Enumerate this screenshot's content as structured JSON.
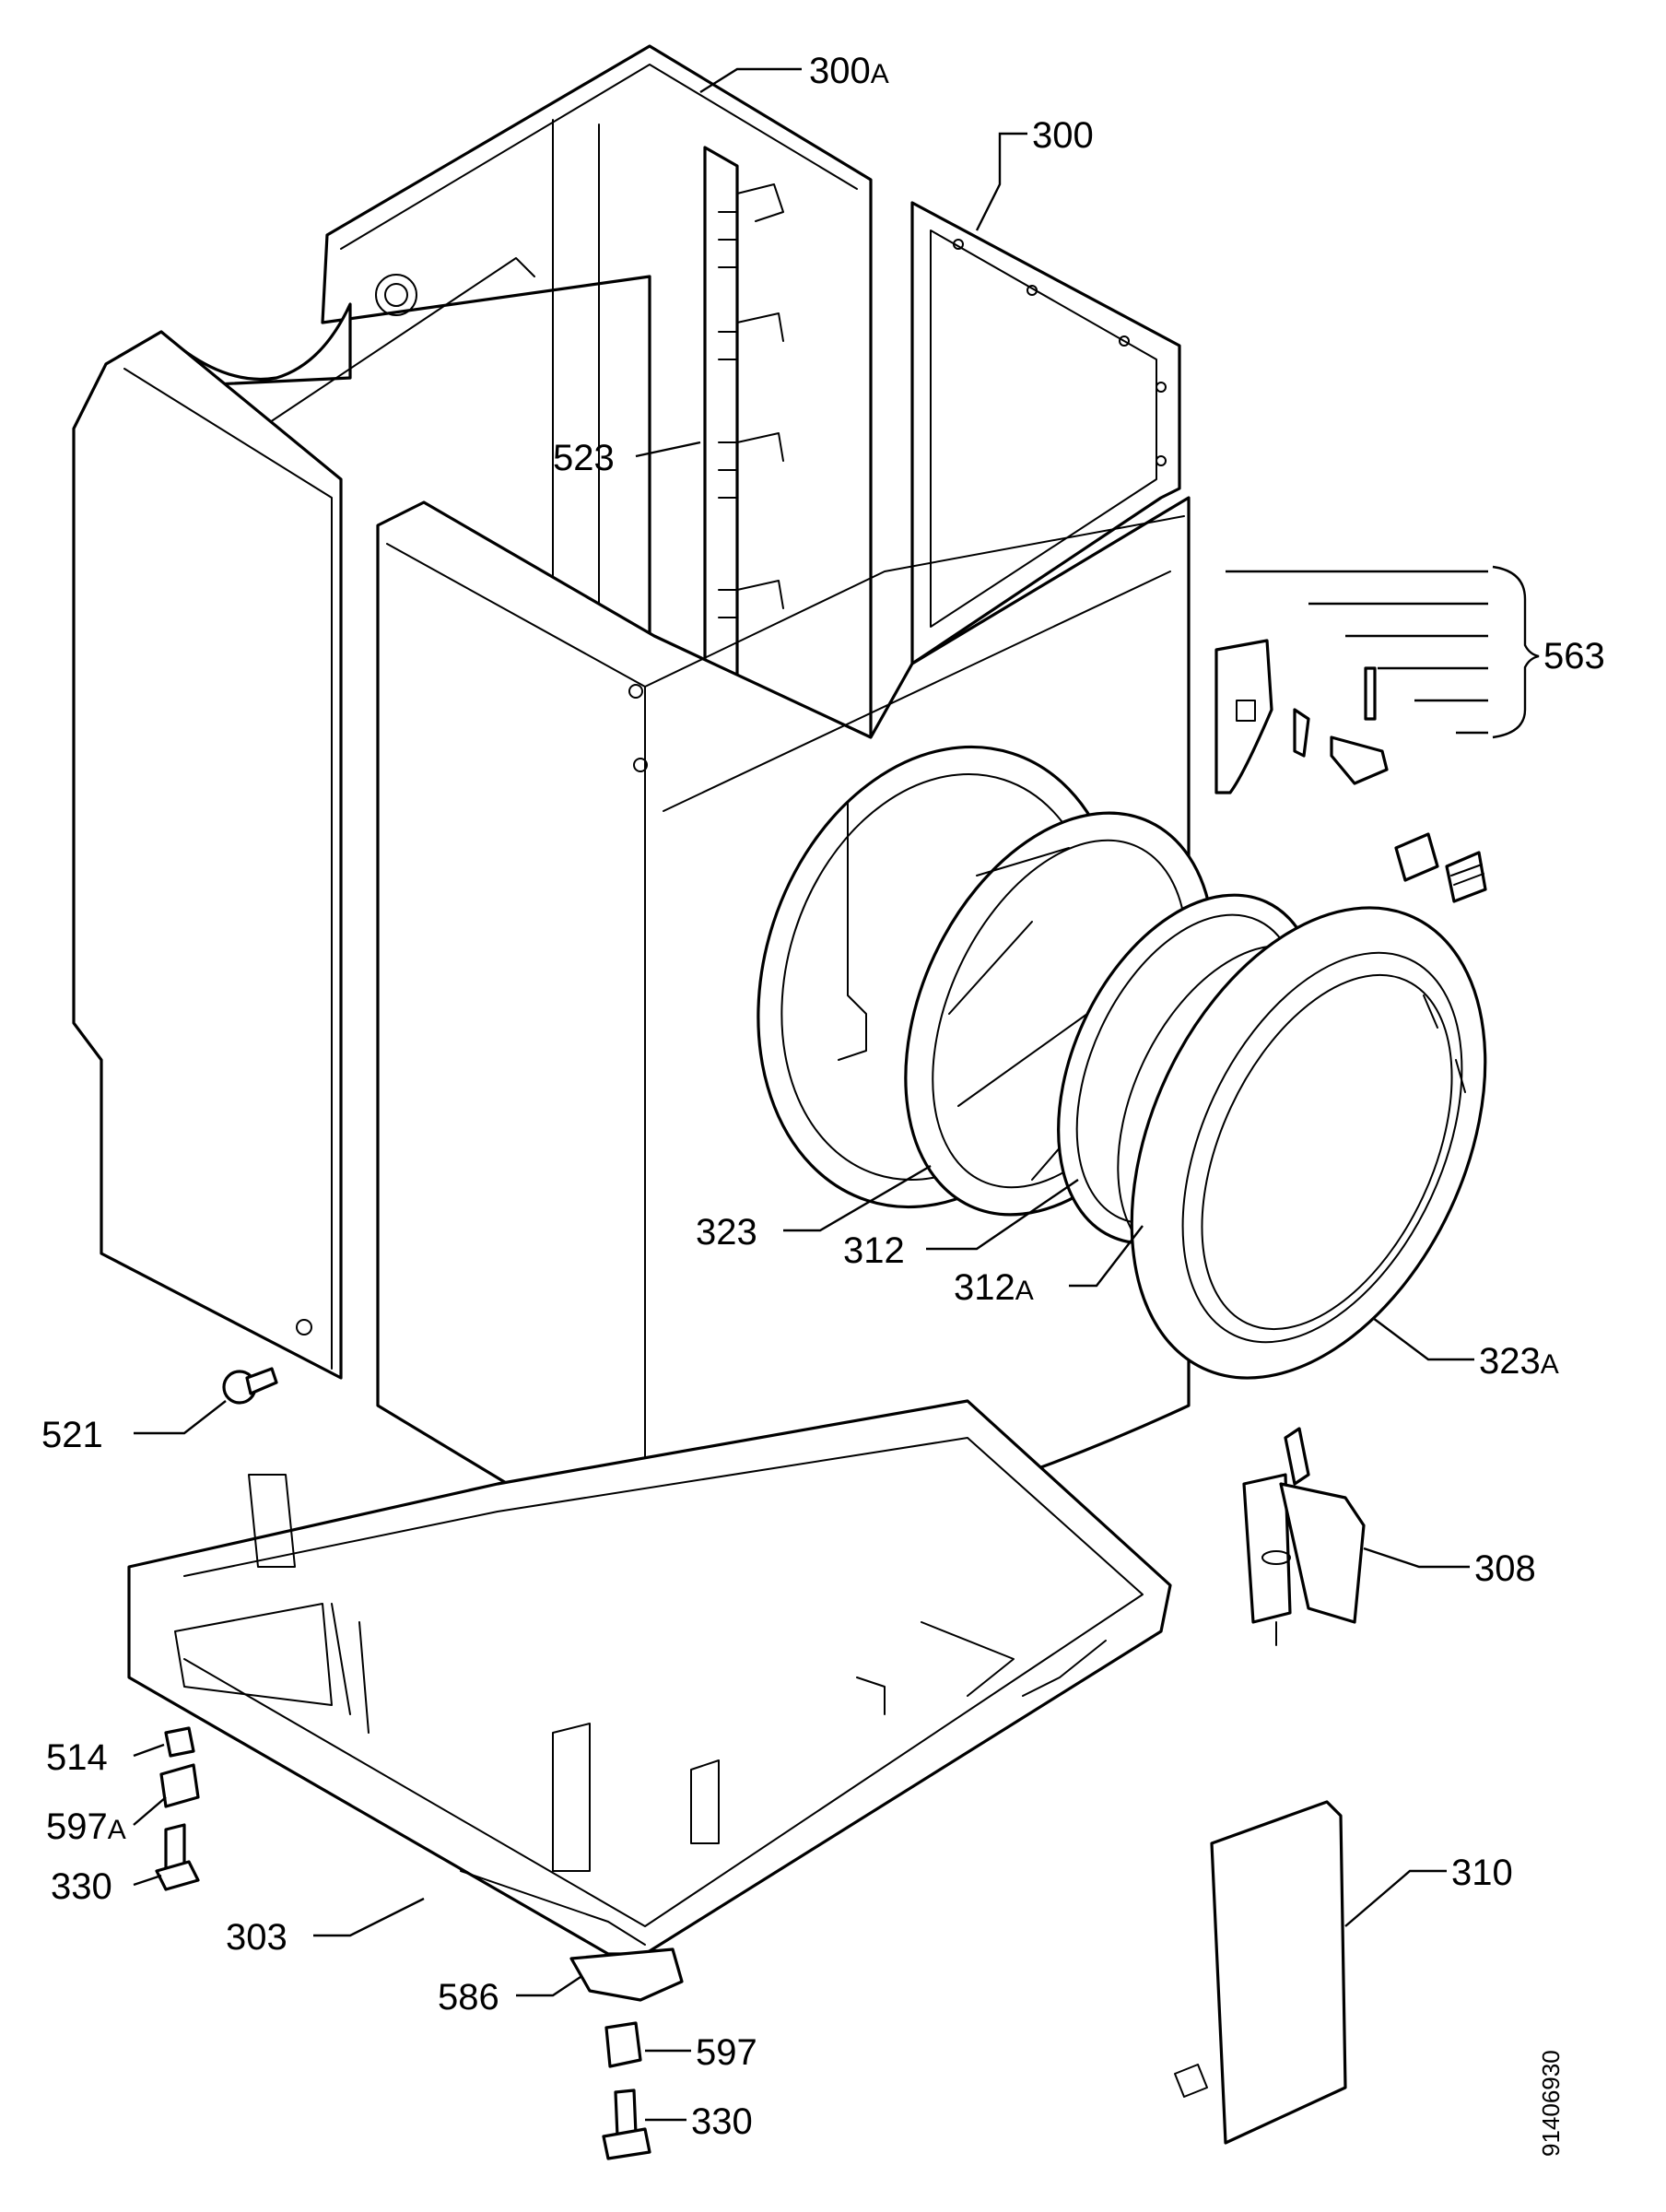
{
  "labels": [
    {
      "id": "300a",
      "num": "300",
      "suffix": "A"
    },
    {
      "id": "300",
      "num": "300",
      "suffix": ""
    },
    {
      "id": "523",
      "num": "523",
      "suffix": ""
    },
    {
      "id": "563",
      "num": "563",
      "suffix": ""
    },
    {
      "id": "323",
      "num": "323",
      "suffix": ""
    },
    {
      "id": "312",
      "num": "312",
      "suffix": ""
    },
    {
      "id": "312a",
      "num": "312",
      "suffix": "A"
    },
    {
      "id": "323a",
      "num": "323",
      "suffix": "A"
    },
    {
      "id": "521",
      "num": "521",
      "suffix": ""
    },
    {
      "id": "308",
      "num": "308",
      "suffix": ""
    },
    {
      "id": "514",
      "num": "514",
      "suffix": ""
    },
    {
      "id": "597a",
      "num": "597",
      "suffix": "A"
    },
    {
      "id": "330a",
      "num": "330",
      "suffix": ""
    },
    {
      "id": "303",
      "num": "303",
      "suffix": ""
    },
    {
      "id": "586",
      "num": "586",
      "suffix": ""
    },
    {
      "id": "597",
      "num": "597",
      "suffix": ""
    },
    {
      "id": "330b",
      "num": "330",
      "suffix": ""
    },
    {
      "id": "310",
      "num": "310",
      "suffix": ""
    }
  ],
  "drawing_code": "91406930"
}
